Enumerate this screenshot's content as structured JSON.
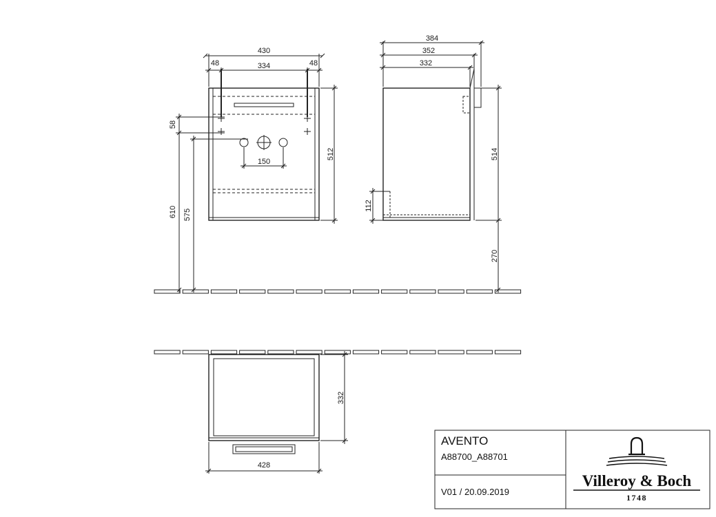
{
  "front_view": {
    "dims": {
      "total_width": "430",
      "side_left": "48",
      "inner_width": "334",
      "side_right": "48",
      "height": "512",
      "hole_offset": "58",
      "tap_spacing": "150",
      "height_610": "610",
      "height_575": "575"
    }
  },
  "side_view": {
    "dims": {
      "d384": "384",
      "d352": "352",
      "d332": "332",
      "height": "514",
      "small": "112",
      "floor": "270"
    }
  },
  "top_view": {
    "dims": {
      "depth": "332",
      "width": "428"
    }
  },
  "title_block": {
    "product": "AVENTO",
    "article": "A88700_A88701",
    "version": "V01 / 20.09.2019",
    "brand_name": "Villeroy & Boch",
    "brand_year": "1748"
  }
}
